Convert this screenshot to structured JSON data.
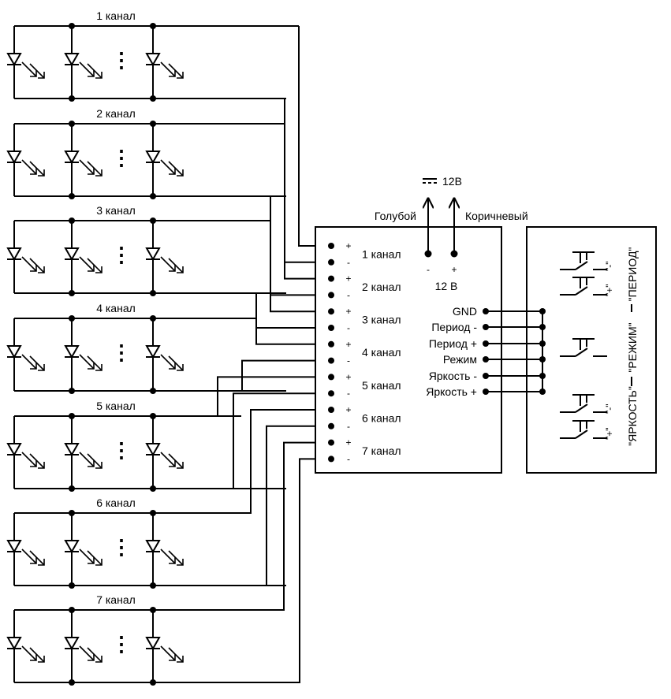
{
  "led_strips": [
    {
      "label": "1 канал"
    },
    {
      "label": "2 канал"
    },
    {
      "label": "3 канал"
    },
    {
      "label": "4 канал"
    },
    {
      "label": "5 канал"
    },
    {
      "label": "6 канал"
    },
    {
      "label": "7 канал"
    }
  ],
  "strip_ellipsis": "⋮",
  "controller": {
    "channel_labels": [
      "1 канал",
      "2 канал",
      "3 канал",
      "4 канал",
      "5 канал",
      "6 канал",
      "7 канал"
    ],
    "plus": "+",
    "minus": "-",
    "power_minus": "-",
    "power_plus": "+",
    "power_label": "12 В",
    "control_labels": [
      "GND",
      "Период -",
      "Период +",
      "Режим",
      "Яркость -",
      "Яркость +"
    ]
  },
  "supply": {
    "label": "12В",
    "left_wire": "Голубой",
    "right_wire": "Коричневый"
  },
  "buttons": {
    "minus_tag": "\"-\"",
    "plus_tag": "\"+\"",
    "group_period": "\"ПЕРИОД\"",
    "group_mode": "\"РЕЖИМ\"",
    "group_brightness": "\"ЯРКОСТЬ\""
  },
  "colors": {
    "line": "#000000",
    "background": "#ffffff"
  }
}
